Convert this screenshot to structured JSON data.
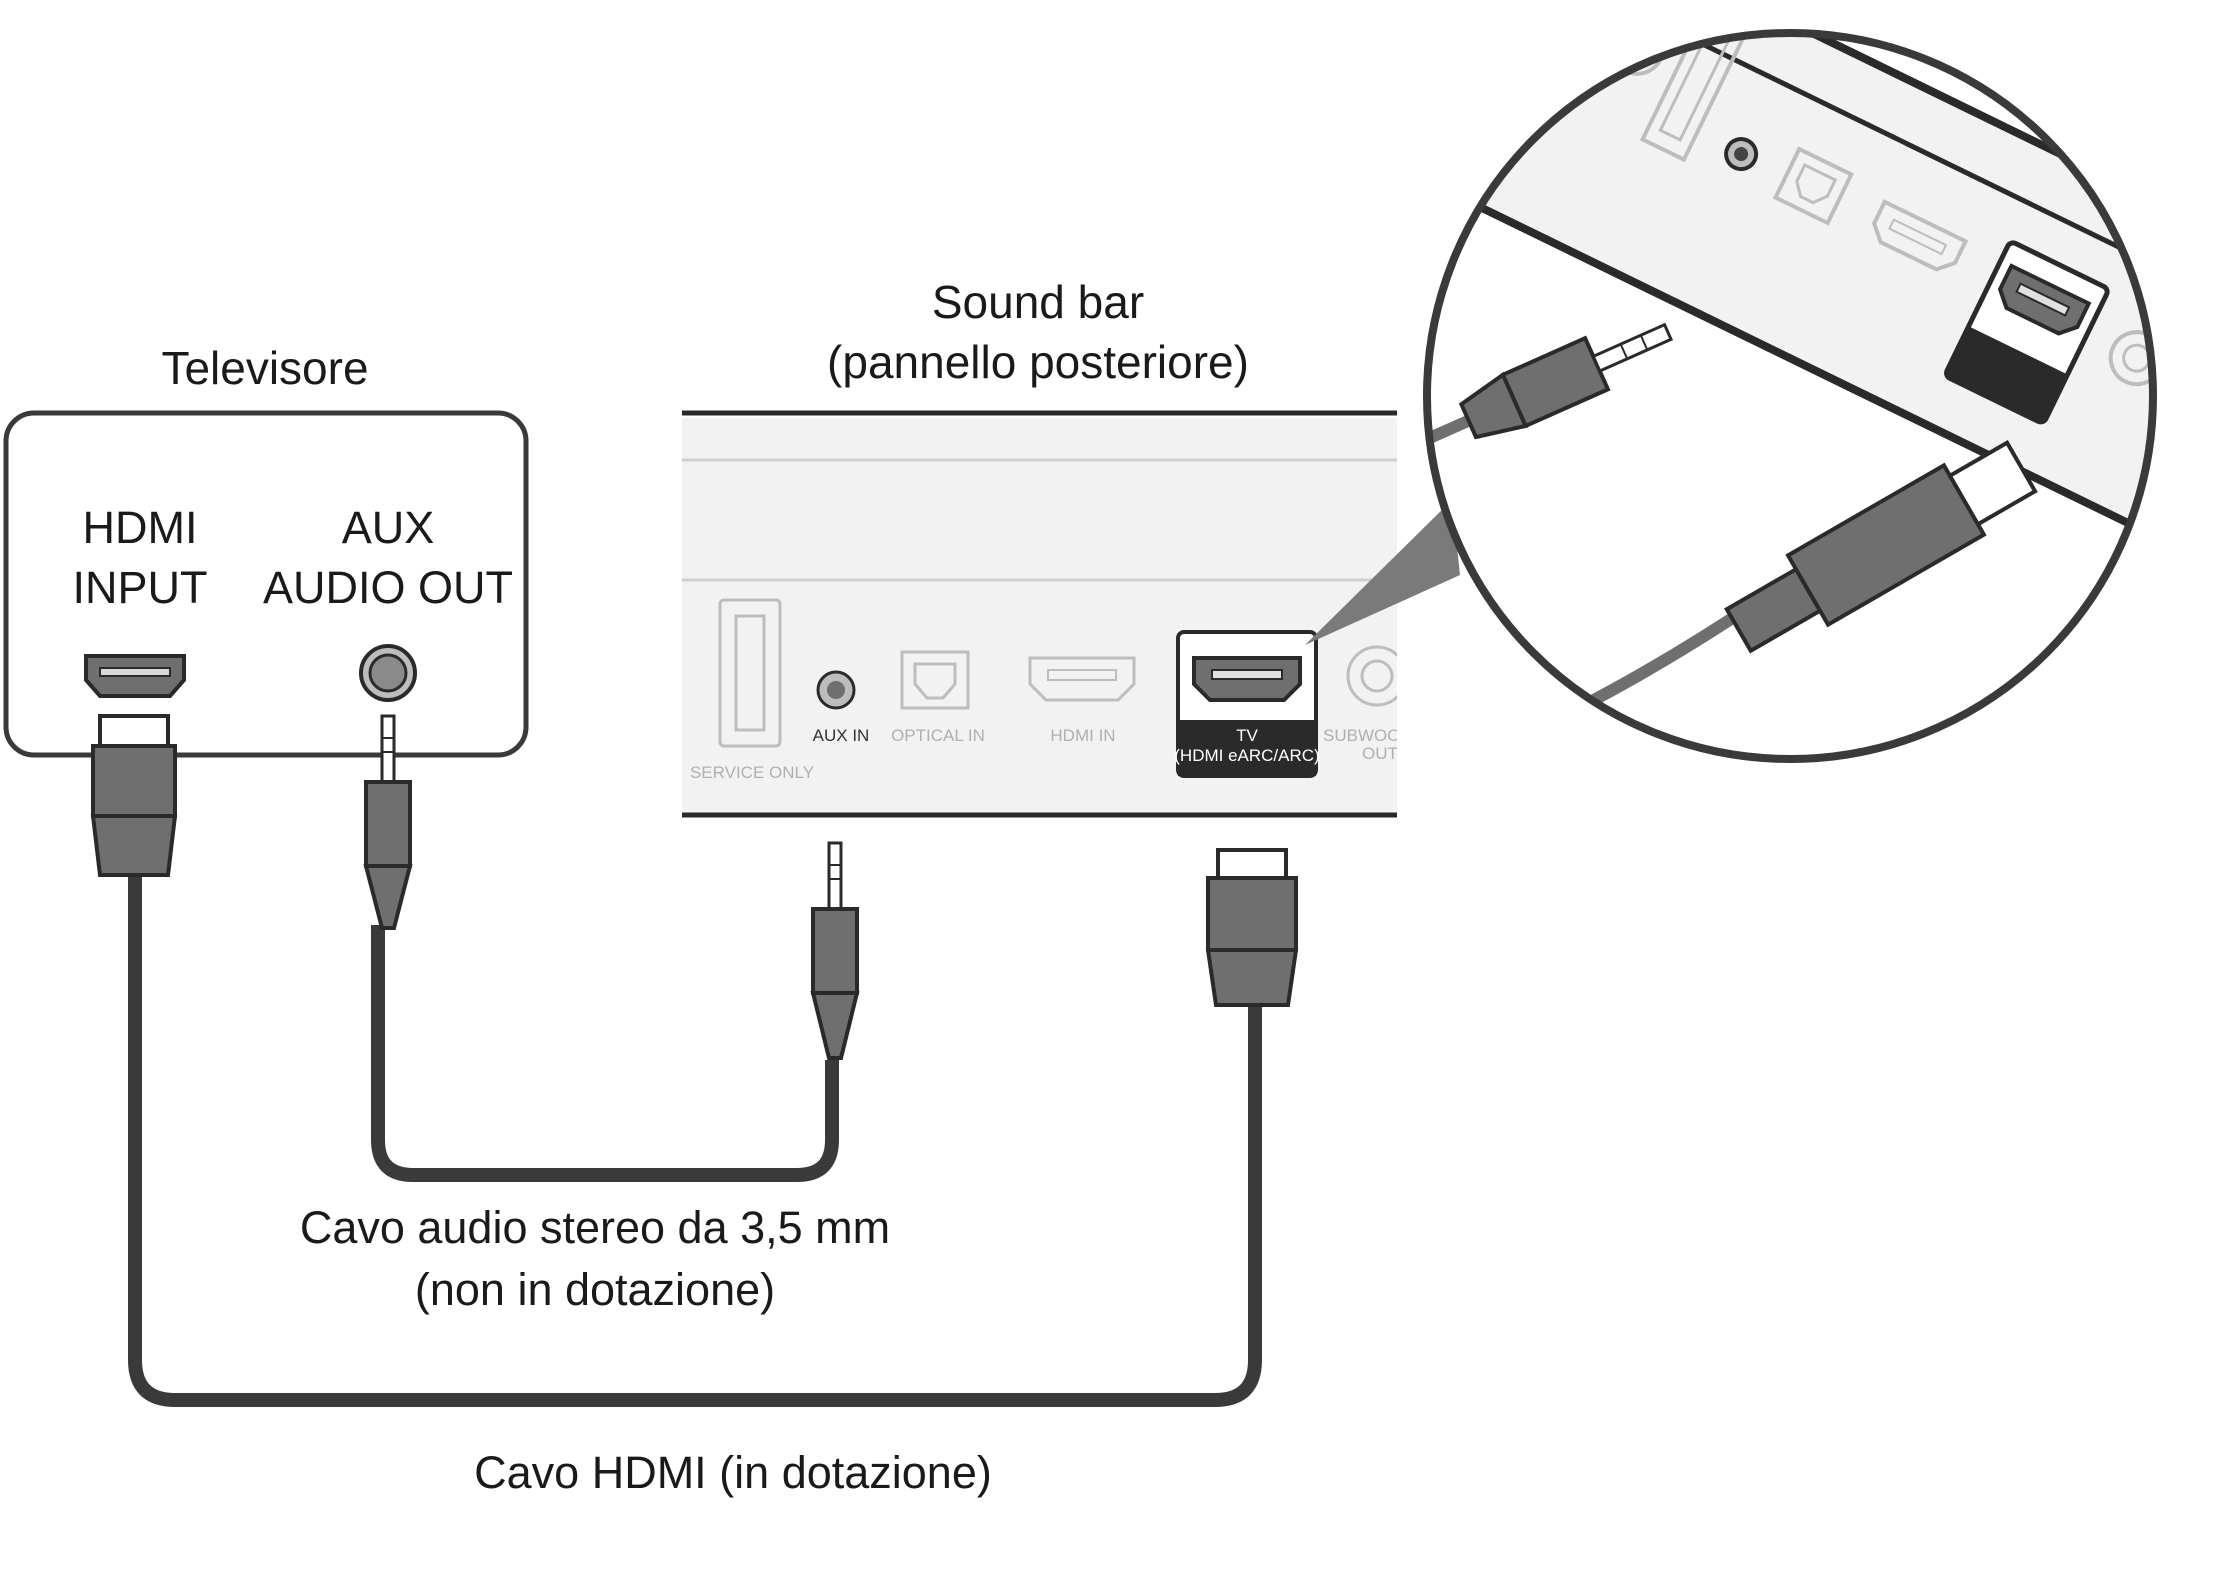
{
  "labels": {
    "tv_title": "Televisore",
    "soundbar_title_line1": "Sound bar",
    "soundbar_title_line2": "(pannello posteriore)",
    "tv_hdmi_line1": "HDMI",
    "tv_hdmi_line2": "INPUT",
    "tv_aux_line1": "AUX",
    "tv_aux_line2": "AUDIO OUT",
    "audio_cable_line1": "Cavo audio stereo da 3,5 mm",
    "audio_cable_line2": "(non in dotazione)",
    "hdmi_cable": "Cavo HDMI (in dotazione)"
  },
  "soundbar_ports": {
    "service_only": "SERVICE ONLY",
    "aux_in": "AUX IN",
    "optical_in": "OPTICAL IN",
    "hdmi_in": "HDMI IN",
    "tv_line1": "TV",
    "tv_line2": "(HDMI eARC/ARC)",
    "subwoofer_line1": "SUBWOOFER",
    "subwoofer_line2": "OUT"
  },
  "colors": {
    "cable": "#3a3a3a",
    "connector": "#6f6f6f",
    "outline": "#2a2a2a",
    "panel": "#f2f2f2",
    "faded": "#bdbdbd"
  }
}
